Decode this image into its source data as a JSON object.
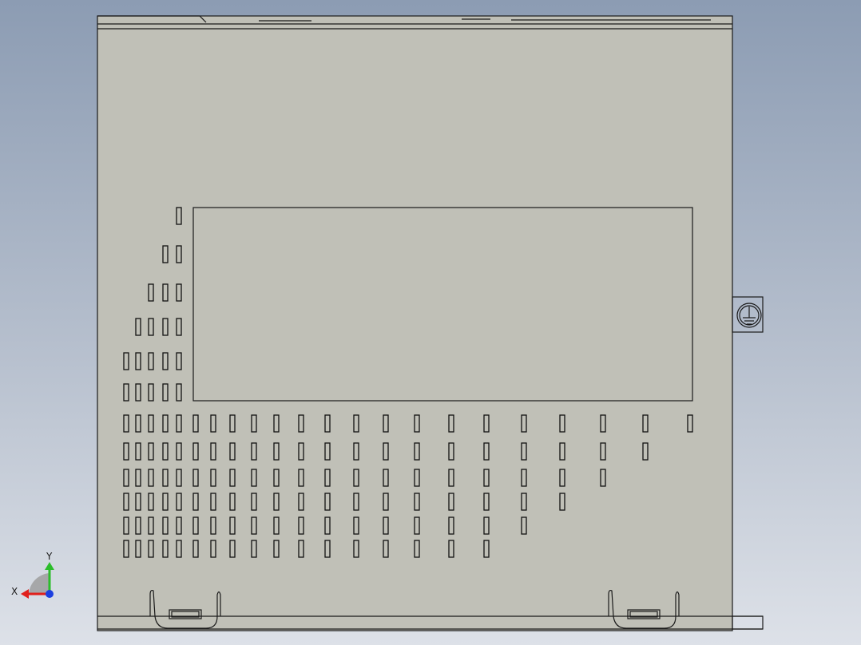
{
  "viewport": {
    "background_top": "#8c9cb3",
    "background_bottom": "#dde1e8",
    "part_color": "#c0c0b7",
    "edge_color": "#1a1a1a"
  },
  "part": {
    "vent_pattern": {
      "triangle_rows": [
        1,
        2,
        3,
        4,
        5,
        5
      ],
      "lower_rows_column_counts": [
        22,
        21,
        20,
        19,
        18,
        17
      ]
    },
    "ground_symbol": "earth-ground-icon"
  },
  "triad": {
    "x_label": "X",
    "y_label": "Y",
    "x_color": "#e0201c",
    "y_color": "#2bbd2b",
    "z_color": "#1c3fe0"
  }
}
